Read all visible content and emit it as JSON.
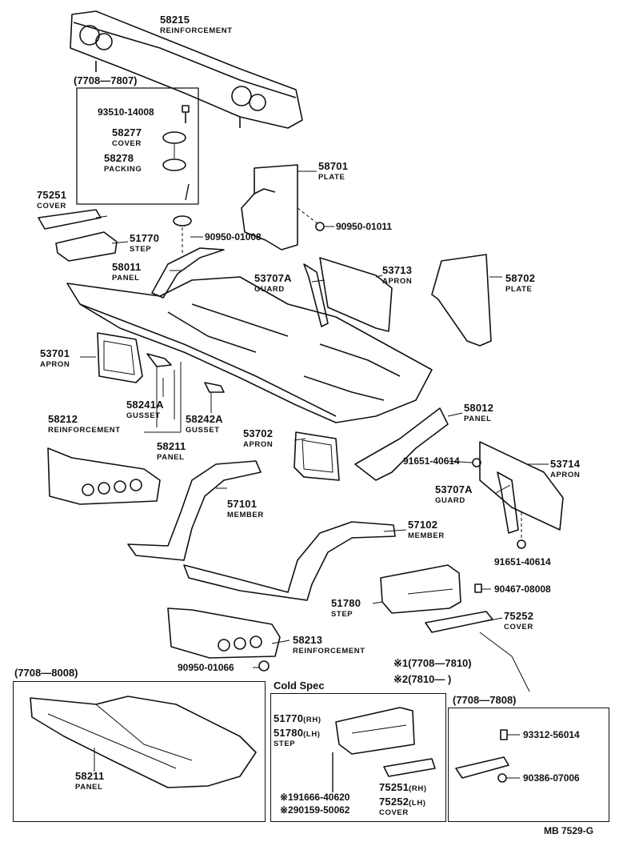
{
  "parts": {
    "p58215": {
      "num": "58215",
      "name": "REINFORCEMENT"
    },
    "p93510": {
      "num": "93510-14008"
    },
    "p58277": {
      "num": "58277",
      "name": "COVER"
    },
    "p58278": {
      "num": "58278",
      "name": "PACKING"
    },
    "p58701": {
      "num": "58701",
      "name": "PLATE"
    },
    "p75251": {
      "num": "75251",
      "name": "COVER"
    },
    "p90950_01008": {
      "num": "90950-01008"
    },
    "p90950_01011": {
      "num": "90950-01011"
    },
    "p51770": {
      "num": "51770",
      "name": "STEP"
    },
    "p58011": {
      "num": "58011",
      "name": "PANEL"
    },
    "p53707A_1": {
      "num": "53707A",
      "name": "GUARD"
    },
    "p53713": {
      "num": "53713",
      "name": "APRON"
    },
    "p58702": {
      "num": "58702",
      "name": "PLATE"
    },
    "p53701": {
      "num": "53701",
      "name": "APRON"
    },
    "p58241A": {
      "num": "58241A",
      "name": "GUSSET"
    },
    "p58242A": {
      "num": "58242A",
      "name": "GUSSET"
    },
    "p58012": {
      "num": "58012",
      "name": "PANEL"
    },
    "p58212": {
      "num": "58212",
      "name": "REINFORCEMENT"
    },
    "p53702": {
      "num": "53702",
      "name": "APRON"
    },
    "p58211": {
      "num": "58211",
      "name": "PANEL"
    },
    "p91651_a": {
      "num": "91651-40614"
    },
    "p53714": {
      "num": "53714",
      "name": "APRON"
    },
    "p57101": {
      "num": "57101",
      "name": "MEMBER"
    },
    "p53707A_2": {
      "num": "53707A",
      "name": "GUARD"
    },
    "p57102": {
      "num": "57102",
      "name": "MEMBER"
    },
    "p91651_b": {
      "num": "91651-40614"
    },
    "p90467": {
      "num": "90467-08008"
    },
    "p51780": {
      "num": "51780",
      "name": "STEP"
    },
    "p75252": {
      "num": "75252",
      "name": "COVER"
    },
    "p58213": {
      "num": "58213",
      "name": "REINFORCEMENT"
    },
    "p90950_01066": {
      "num": "90950-01066"
    }
  },
  "notes": {
    "range_top": "(7708—7807)",
    "star1": "※1(7708—7810)",
    "star2": "※2(7810—          )"
  },
  "box_left": {
    "header": "(7708—8008)",
    "part_num": "58211",
    "part_name": "PANEL"
  },
  "box_mid": {
    "header": "Cold Spec",
    "step_a": "51770",
    "step_a_side": "(RH)",
    "step_b": "51780",
    "step_b_side": "(LH)",
    "step_name": "STEP",
    "cover_a": "75251",
    "cover_a_side": "(RH)",
    "cover_b": "75252",
    "cover_b_side": "(LH)",
    "cover_name": "COVER",
    "bolt1": "※191666-40620",
    "bolt2": "※290159-50062"
  },
  "box_right": {
    "header": "(7708—7808)",
    "screw1": "93312-56014",
    "screw2": "90386-07006"
  },
  "footer": {
    "ref": "MB 7529-G"
  }
}
